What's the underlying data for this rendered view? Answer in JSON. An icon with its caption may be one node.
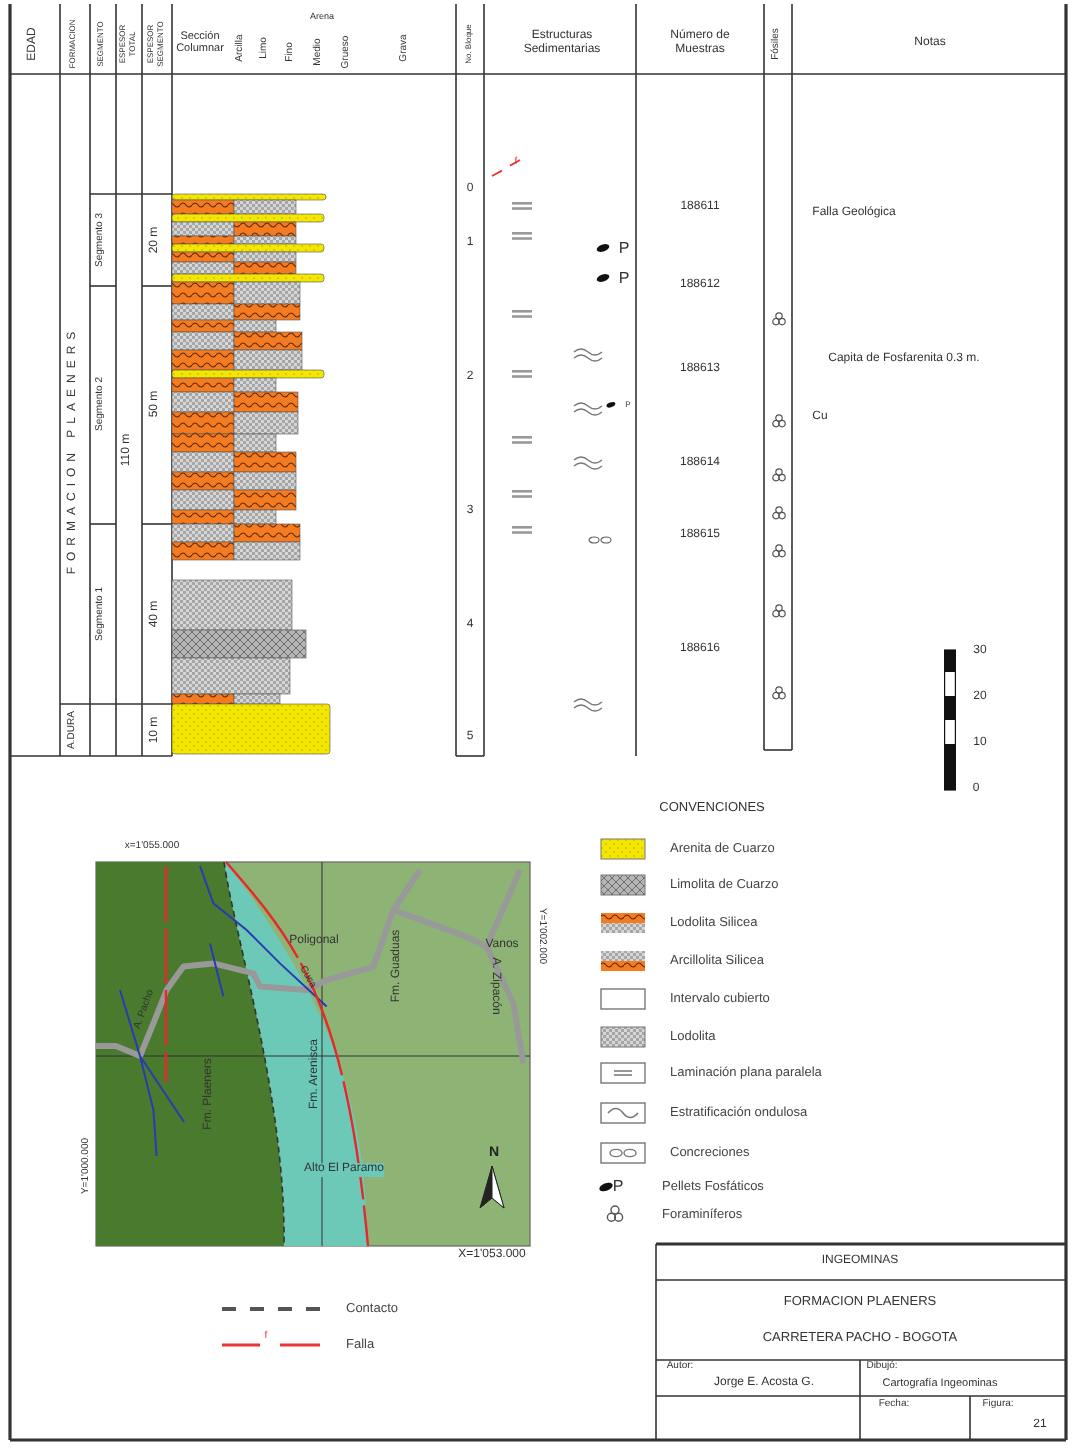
{
  "diagram": {
    "labels": [
      "EDAD",
      "FORMACION",
      "SEGMENTO",
      "ESPESOR TOTAL",
      "ESPESOR SEGMENTO",
      "Sección Columnar",
      "Arcilla",
      "Limo",
      "Arena",
      "Fino",
      "Medio",
      "Grueso",
      "Grava",
      "No. Bloque",
      "Estructuras Sedimentarias",
      "Número de Muestras",
      "Fósiles",
      "Notas",
      "FORMACION PLAENERS",
      "A.DURA",
      "Segmento 3",
      "Segmento 2",
      "Segmento 1",
      "110 m",
      "20 m",
      "50 m",
      "40 m",
      "10 m",
      "0",
      "1",
      "2",
      "3",
      "4",
      "5",
      "188611",
      "188612",
      "188613",
      "188614",
      "188615",
      "188616",
      "P",
      "P",
      "P",
      "Falla Geológica",
      "Capita de Fosfarenita 0.3 m.",
      "Cu",
      "30",
      "20",
      "10",
      "0",
      "CONVENCIONES",
      "x=1'055.000",
      "Y=1'002.000",
      "Poligonal",
      "A. Pacho",
      "Cuca",
      "Vanos",
      "Fm. Guaduas",
      "A. Zipacón",
      "Fm. Plaeners",
      "Fm. Arenisca",
      "Alto El Paramo",
      "N",
      "Y=1'000.000",
      "X=1'053.000",
      "INGEOMINAS",
      "FORMACION PLAENERS",
      "CARRETERA PACHO - BOGOTA",
      "Autor:",
      "Jorge E. Acosta G.",
      "Dibujó:",
      "Cartografía Ingeominas",
      "Fecha:",
      "Figura:",
      "21",
      "P",
      "f",
      "f"
    ],
    "legend": [
      {
        "text": "Arenita de Cuarzo"
      },
      {
        "text": "Limolita de Cuarzo"
      },
      {
        "text": "Lodolita Silicea"
      },
      {
        "text": "Arcillolita Silicea"
      },
      {
        "text": "Intervalo cubierto"
      },
      {
        "text": "Lodolita"
      },
      {
        "text": "Laminación plana paralela"
      },
      {
        "text": "Estratificación ondulosa"
      },
      {
        "text": "Concreciones"
      },
      {
        "text": "Pellets Fosfáticos"
      },
      {
        "text": "Foraminíferos"
      },
      {
        "text": "Contacto"
      },
      {
        "text": "Falla"
      }
    ]
  }
}
